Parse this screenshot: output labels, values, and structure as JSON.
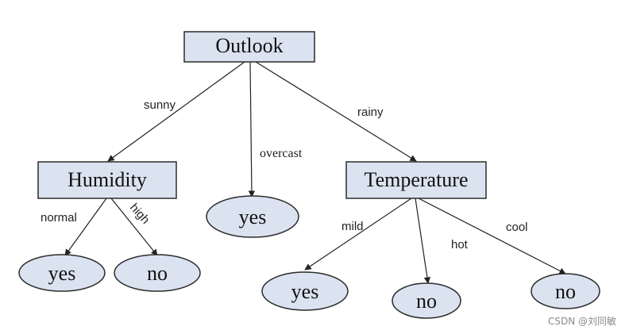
{
  "nodes": {
    "outlook": "Outlook",
    "humidity": "Humidity",
    "overcast_leaf": "yes",
    "temperature": "Temperature",
    "humidity_normal_leaf": "yes",
    "humidity_high_leaf": "no",
    "temp_mild_leaf": "yes",
    "temp_hot_leaf": "no",
    "temp_cool_leaf": "no"
  },
  "edges": {
    "sunny": "sunny",
    "overcast": "overcast",
    "rainy": "rainy",
    "normal": "normal",
    "high": "high",
    "mild": "mild",
    "hot": "hot",
    "cool": "cool"
  },
  "colors": {
    "node_fill": "#dbe3f1",
    "stroke": "#2b2b2b"
  },
  "watermark": "CSDN @刘同敏"
}
